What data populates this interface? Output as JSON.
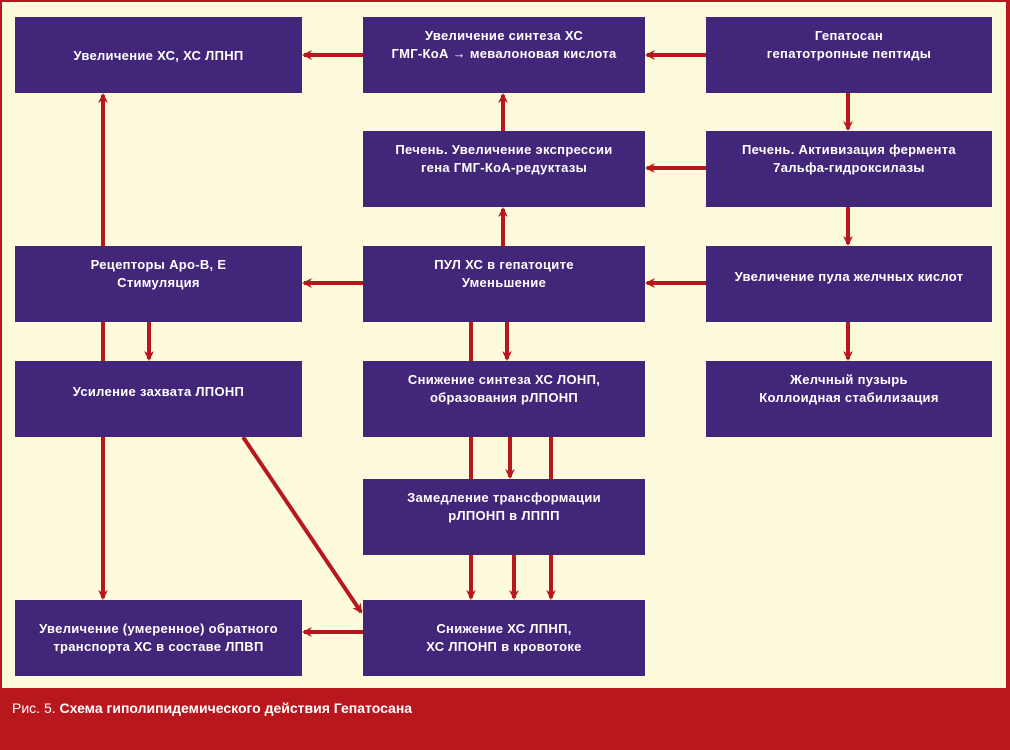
{
  "colors": {
    "box": "#42267a",
    "arrow": "#b8181d",
    "background": "#fefbdc",
    "frame": "#b8181d",
    "text": "#ffffff"
  },
  "boxes": {
    "increase_chol": {
      "lines": [
        "Увеличение ХС, ХС ЛПНП"
      ]
    },
    "increase_synthesis": {
      "lines": [
        "Увеличение синтеза ХС",
        "ГМГ-КоА → мевалоновая кислота"
      ]
    },
    "hepatosan": {
      "lines": [
        "Гепатосан",
        "гепатотропные пептиды"
      ]
    },
    "liver_expression": {
      "lines": [
        "Печень. Увеличение экспрессии",
        "гена ГМГ-КоА-редуктазы"
      ]
    },
    "liver_enzyme": {
      "lines": [
        "Печень. Активизация фермента",
        "7альфа-гидроксилазы"
      ]
    },
    "receptors": {
      "lines": [
        "Рецепторы Apo-B, E",
        "Стимуляция"
      ]
    },
    "pool_hc": {
      "lines": [
        "ПУЛ ХС в гепатоците",
        "Уменьшение"
      ]
    },
    "bile_pool": {
      "lines": [
        "Увеличение пула желчных кислот"
      ]
    },
    "uptake": {
      "lines": [
        "Усиление захвата ЛПОНП"
      ]
    },
    "synthesis_decrease": {
      "lines": [
        "Снижение синтеза ХС ЛОНП,",
        "образования рЛПОНП"
      ]
    },
    "gallbladder": {
      "lines": [
        "Желчный пузырь",
        "Коллоидная стабилизация"
      ]
    },
    "slowdown": {
      "lines": [
        "Замедление трансформации",
        "рЛПОНП в ЛППП"
      ]
    },
    "reverse_transport": {
      "lines": [
        "Увеличение (умеренное) обратного",
        "транспорта ХС в составе ЛПВП"
      ]
    },
    "blood_decrease": {
      "lines": [
        "Снижение ХС ЛПНП,",
        "ХС ЛПОНП в кровотоке"
      ]
    }
  },
  "caption": {
    "prefix": "Рис. 5.",
    "title": "Схема гиполипидемического действия Гепатосана"
  }
}
